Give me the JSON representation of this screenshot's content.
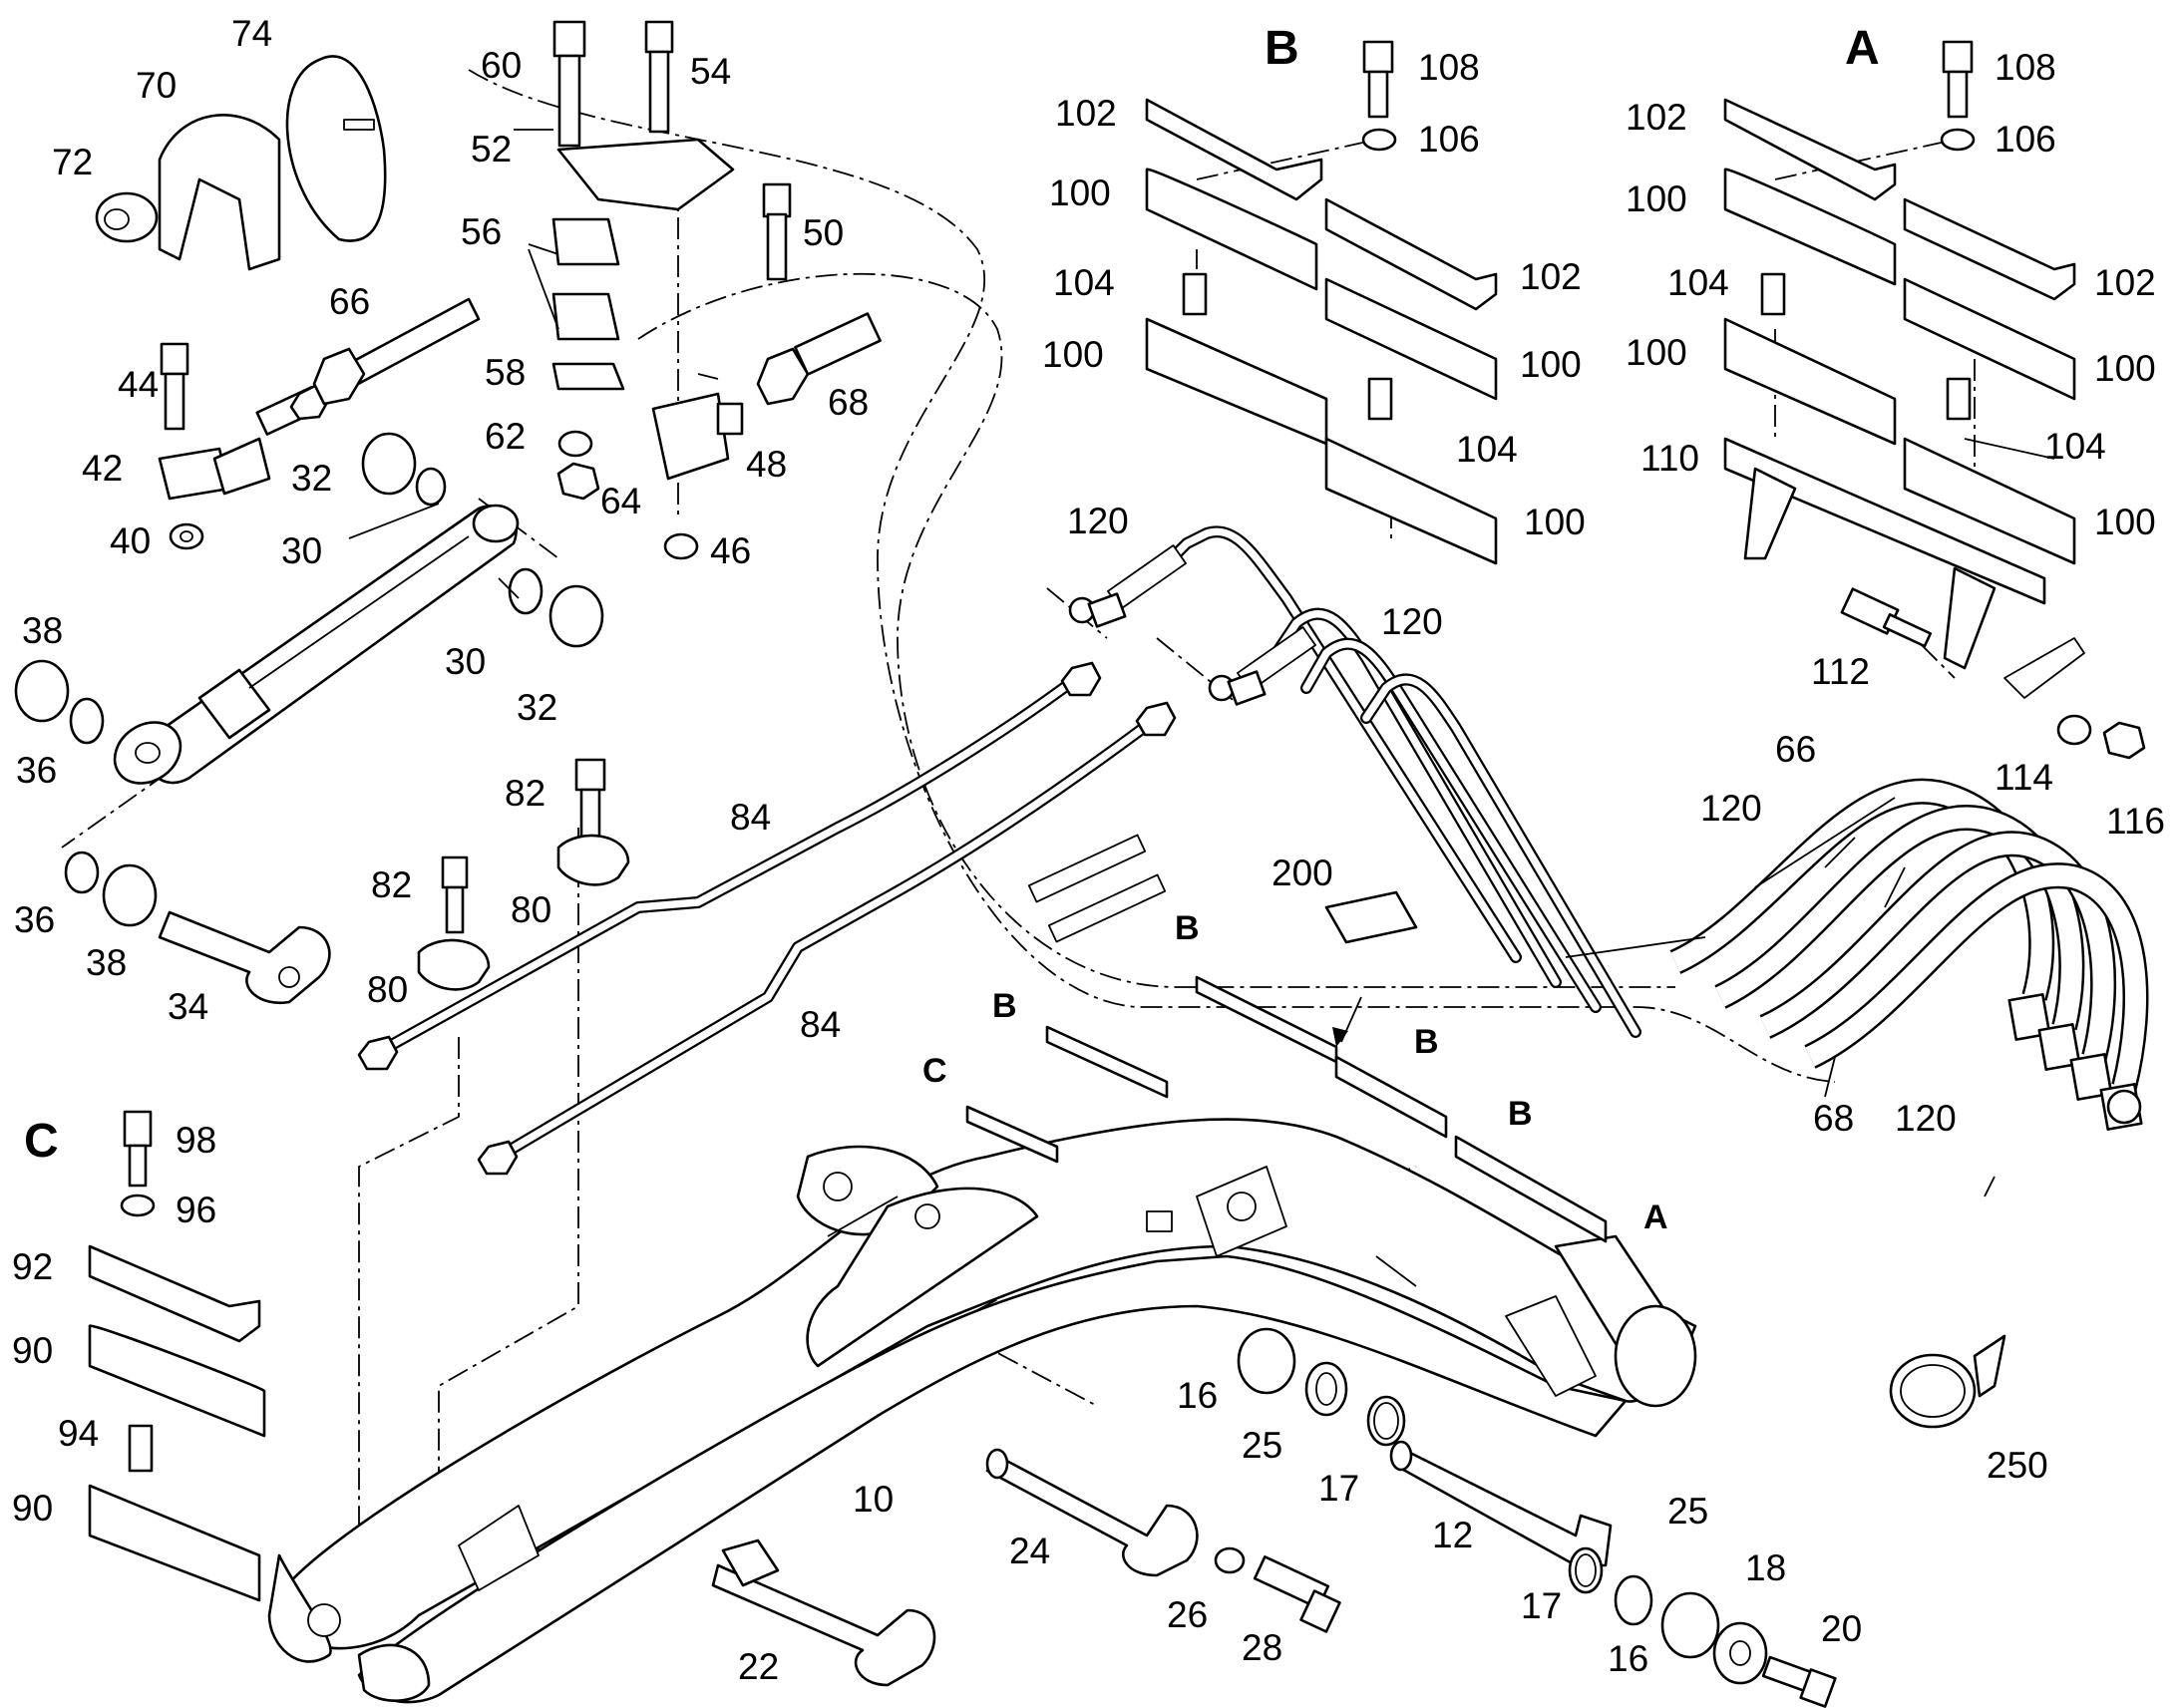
{
  "callouts": [
    {
      "id": "c74",
      "text": "74"
    },
    {
      "id": "c70",
      "text": "70"
    },
    {
      "id": "c72",
      "text": "72"
    },
    {
      "id": "c60",
      "text": "60"
    },
    {
      "id": "c54",
      "text": "54"
    },
    {
      "id": "c52",
      "text": "52"
    },
    {
      "id": "c56",
      "text": "56"
    },
    {
      "id": "c50",
      "text": "50"
    },
    {
      "id": "c66a",
      "text": "66"
    },
    {
      "id": "c44",
      "text": "44"
    },
    {
      "id": "c42",
      "text": "42"
    },
    {
      "id": "c58",
      "text": "58"
    },
    {
      "id": "c62",
      "text": "62"
    },
    {
      "id": "c64",
      "text": "64"
    },
    {
      "id": "c48",
      "text": "48"
    },
    {
      "id": "c68a",
      "text": "68"
    },
    {
      "id": "c46",
      "text": "46"
    },
    {
      "id": "c32a",
      "text": "32"
    },
    {
      "id": "c30a",
      "text": "30"
    },
    {
      "id": "c40",
      "text": "40"
    },
    {
      "id": "c38a",
      "text": "38"
    },
    {
      "id": "c36a",
      "text": "36"
    },
    {
      "id": "c30b",
      "text": "30"
    },
    {
      "id": "c32b",
      "text": "32"
    },
    {
      "id": "c36b",
      "text": "36"
    },
    {
      "id": "c38b",
      "text": "38"
    },
    {
      "id": "c34",
      "text": "34"
    },
    {
      "id": "c82a",
      "text": "82"
    },
    {
      "id": "c82b",
      "text": "82"
    },
    {
      "id": "c80a",
      "text": "80"
    },
    {
      "id": "c80b",
      "text": "80"
    },
    {
      "id": "c84a",
      "text": "84"
    },
    {
      "id": "c84b",
      "text": "84"
    },
    {
      "id": "c108a",
      "text": "108"
    },
    {
      "id": "c106a",
      "text": "106"
    },
    {
      "id": "c102a",
      "text": "102"
    },
    {
      "id": "c100a",
      "text": "100"
    },
    {
      "id": "c104a",
      "text": "104"
    },
    {
      "id": "c100b",
      "text": "100"
    },
    {
      "id": "c102b",
      "text": "102"
    },
    {
      "id": "c100c",
      "text": "100"
    },
    {
      "id": "c104b",
      "text": "104"
    },
    {
      "id": "c100d",
      "text": "100"
    },
    {
      "id": "c108b",
      "text": "108"
    },
    {
      "id": "c106b",
      "text": "106"
    },
    {
      "id": "c102c",
      "text": "102"
    },
    {
      "id": "c100e",
      "text": "100"
    },
    {
      "id": "c104c",
      "text": "104"
    },
    {
      "id": "c100f",
      "text": "100"
    },
    {
      "id": "c102d",
      "text": "102"
    },
    {
      "id": "c100g",
      "text": "100"
    },
    {
      "id": "c110",
      "text": "110"
    },
    {
      "id": "c104d",
      "text": "104"
    },
    {
      "id": "c100h",
      "text": "100"
    },
    {
      "id": "c120a",
      "text": "120"
    },
    {
      "id": "c120b",
      "text": "120"
    },
    {
      "id": "c112",
      "text": "112"
    },
    {
      "id": "c114",
      "text": "114"
    },
    {
      "id": "c116",
      "text": "116"
    },
    {
      "id": "c66b",
      "text": "66"
    },
    {
      "id": "c120c",
      "text": "120"
    },
    {
      "id": "c200",
      "text": "200"
    },
    {
      "id": "c68b",
      "text": "68"
    },
    {
      "id": "c120d",
      "text": "120"
    },
    {
      "id": "c98",
      "text": "98"
    },
    {
      "id": "c96",
      "text": "96"
    },
    {
      "id": "c92",
      "text": "92"
    },
    {
      "id": "c90a",
      "text": "90"
    },
    {
      "id": "c94",
      "text": "94"
    },
    {
      "id": "c90b",
      "text": "90"
    },
    {
      "id": "c10",
      "text": "10"
    },
    {
      "id": "c16a",
      "text": "16"
    },
    {
      "id": "c25a",
      "text": "25"
    },
    {
      "id": "c17a",
      "text": "17"
    },
    {
      "id": "c12",
      "text": "12"
    },
    {
      "id": "c24",
      "text": "24"
    },
    {
      "id": "c26",
      "text": "26"
    },
    {
      "id": "c28",
      "text": "28"
    },
    {
      "id": "c22",
      "text": "22"
    },
    {
      "id": "c25b",
      "text": "25"
    },
    {
      "id": "c18",
      "text": "18"
    },
    {
      "id": "c17b",
      "text": "17"
    },
    {
      "id": "c16b",
      "text": "16"
    },
    {
      "id": "c20",
      "text": "20"
    },
    {
      "id": "c250",
      "text": "250"
    }
  ],
  "section_markers": [
    {
      "id": "mB",
      "text": "B"
    },
    {
      "id": "mA",
      "text": "A"
    },
    {
      "id": "mC",
      "text": "C"
    }
  ],
  "boom_markers": [
    {
      "id": "bB1",
      "text": "B"
    },
    {
      "id": "bB2",
      "text": "B"
    },
    {
      "id": "bC",
      "text": "C"
    },
    {
      "id": "bB3",
      "text": "B"
    },
    {
      "id": "bB4",
      "text": "B"
    },
    {
      "id": "bA",
      "text": "A"
    }
  ]
}
